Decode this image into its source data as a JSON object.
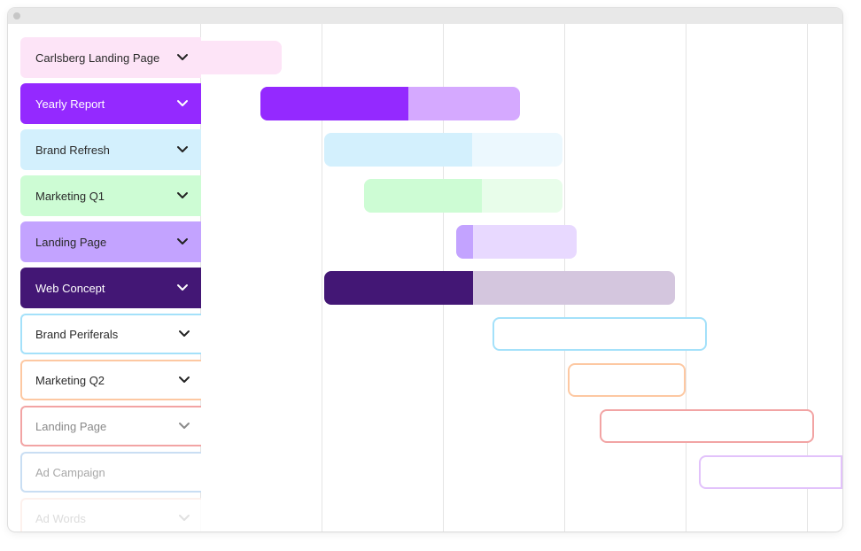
{
  "window": {
    "title": ""
  },
  "gridlines_x": [
    217,
    354,
    491,
    628,
    765,
    902
  ],
  "rows": [
    {
      "label": "Carlsberg Landing Page",
      "style": "fill",
      "bg": "#fde4f7",
      "text": "#2a2a2a",
      "chevron": true,
      "chev_color": "#222222",
      "bar": {
        "start": 218,
        "end": 309,
        "progress_end": 309,
        "full": "#fde4f7",
        "done": "#fde4f7",
        "outline": false
      }
    },
    {
      "label": "Yearly Report",
      "style": "fill",
      "bg": "#9429ff",
      "text": "#ffffff",
      "chevron": true,
      "chev_color": "#ffffff",
      "bar": {
        "start": 285,
        "end": 578,
        "progress_end": 452,
        "full": "#d5a9ff",
        "done": "#9429ff",
        "outline": false
      }
    },
    {
      "label": "Brand Refresh",
      "style": "fill",
      "bg": "#d3f0fd",
      "text": "#2a2a2a",
      "chevron": true,
      "chev_color": "#222222",
      "bar": {
        "start": 357,
        "end": 626,
        "progress_end": 524,
        "full": "#ecf8fe",
        "done": "#d3f0fd",
        "outline": false
      }
    },
    {
      "label": "Marketing Q1",
      "style": "fill",
      "bg": "#cdfcd4",
      "text": "#2a2a2a",
      "chevron": true,
      "chev_color": "#222222",
      "bar": {
        "start": 402,
        "end": 626,
        "progress_end": 535,
        "full": "#e8fdea",
        "done": "#cdfcd4",
        "outline": false
      }
    },
    {
      "label": "Landing Page",
      "style": "fill",
      "bg": "#c3a3ff",
      "text": "#2a2a2a",
      "chevron": true,
      "chev_color": "#222222",
      "bar": {
        "start": 506,
        "end": 642,
        "progress_end": 525,
        "full": "#e8d9ff",
        "done": "#c3a3ff",
        "outline": false
      }
    },
    {
      "label": "Web Concept",
      "style": "fill",
      "bg": "#431775",
      "text": "#ffffff",
      "chevron": true,
      "chev_color": "#ffffff",
      "bar": {
        "start": 357,
        "end": 753,
        "progress_end": 525,
        "full": "#d4c6de",
        "done": "#431775",
        "outline": false
      }
    },
    {
      "label": "Brand Periferals",
      "style": "outline",
      "bg": "#ffffff",
      "border": "#a4e1fa",
      "text": "#2a2a2a",
      "chevron": true,
      "chev_color": "#222222",
      "bar": {
        "start": 547,
        "end": 789,
        "outline": true,
        "border": "#a4e1fa"
      }
    },
    {
      "label": "Marketing Q2",
      "style": "outline",
      "bg": "#ffffff",
      "border": "#fdc8a2",
      "text": "#2a2a2a",
      "chevron": true,
      "chev_color": "#222222",
      "bar": {
        "start": 632,
        "end": 765,
        "outline": true,
        "border": "#fdc8a2"
      }
    },
    {
      "label": "Landing Page",
      "style": "outline",
      "bg": "#ffffff",
      "border": "#f2a4a4",
      "text": "#8a8a8a",
      "chevron": true,
      "chev_color": "#8a8a8a",
      "bar": {
        "start": 668,
        "end": 910,
        "outline": true,
        "border": "#f2a4a4"
      }
    },
    {
      "label": "Ad Campaign",
      "style": "outline",
      "bg": "#ffffff",
      "border": "#c9def3",
      "text": "#a8a8a8",
      "chevron": false,
      "chev_color": "#a8a8a8",
      "bar": {
        "start": 780,
        "end": 942,
        "outline": true,
        "border": "#e2c2fb"
      }
    },
    {
      "label": "Ad Words",
      "style": "outline",
      "bg": "#ffffff",
      "border": "#fdf0ec",
      "text": "#d9d9d9",
      "chevron": true,
      "chev_color": "#dddddd",
      "bar": null
    }
  ]
}
